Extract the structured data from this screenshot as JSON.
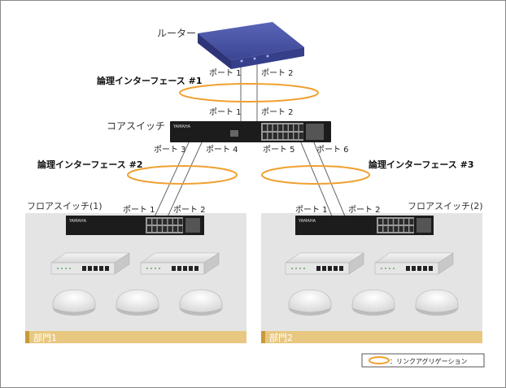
{
  "router": {
    "label": "ルーター",
    "port1": "ポート 1",
    "port2": "ポート 2"
  },
  "core": {
    "label": "コアスイッチ",
    "port1": "ポート 1",
    "port2": "ポート 2",
    "port3": "ポート 3",
    "port4": "ポート 4",
    "port5": "ポート 5",
    "port6": "ポート 6",
    "brand": "YAMAHA"
  },
  "lag": {
    "if1": "論理インターフェース #1",
    "if2": "論理インターフェース #2",
    "if3": "論理インターフェース #3"
  },
  "floor1": {
    "label": "フロアスイッチ(1)",
    "port1": "ポート 1",
    "port2": "ポート 2",
    "dept": "部門1",
    "brand": "YAMAHA"
  },
  "floor2": {
    "label": "フロアスイッチ(2)",
    "port1": "ポート 1",
    "port2": "ポート 2",
    "dept": "部門2",
    "brand": "YAMAHA"
  },
  "legend": {
    "text": "：リンクアグリゲーション"
  },
  "colors": {
    "lag_ring": "#f0a030",
    "zone_bg": "#e4e4e4",
    "dept_bar": "#e8c880",
    "dept_text": "#ffffff"
  }
}
